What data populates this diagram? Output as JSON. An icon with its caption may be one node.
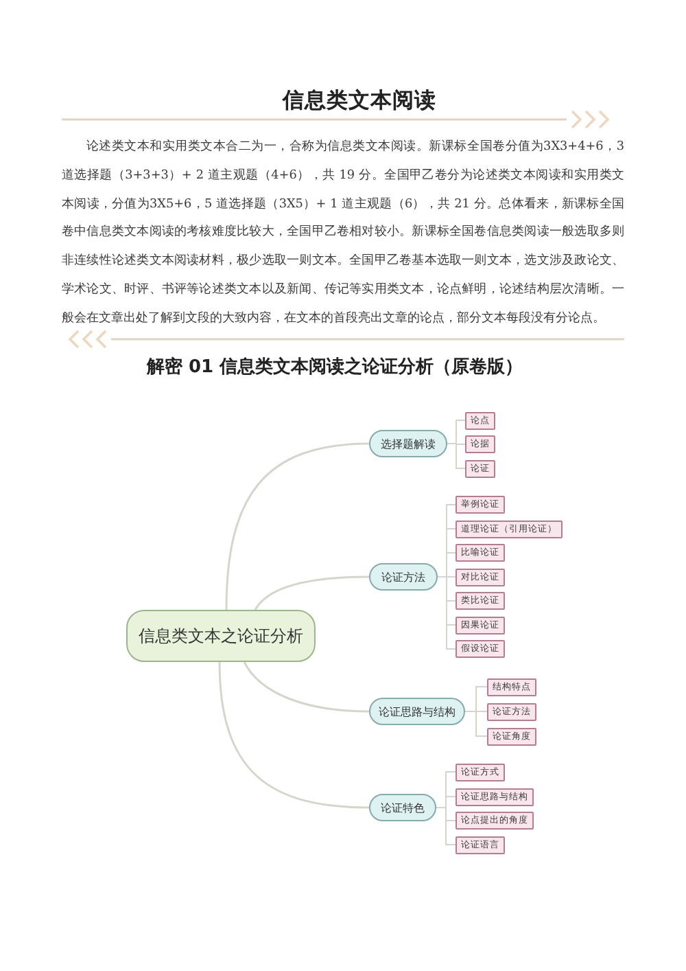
{
  "diagram": {
    "title": "信息类文本阅读",
    "nodes": [
      {
        "text": [
          "信息类文本之论证分析"
        ]
      },
      {
        "text": [
          "选择题解读"
        ]
      },
      {
        "text": [
          "论点"
        ]
      },
      {
        "text": [
          "论据"
        ]
      },
      {
        "text": [
          "论证"
        ]
      },
      {
        "text": [
          "论证方法"
        ]
      },
      {
        "text": [
          "举例论证"
        ]
      },
      {
        "text": [
          "道理论证（引用论证）"
        ]
      },
      {
        "text": [
          "比喻论证"
        ]
      },
      {
        "text": [
          "对比论证"
        ]
      },
      {
        "text": [
          "类比论证"
        ]
      },
      {
        "text": [
          "因果论证"
        ]
      },
      {
        "text": [
          "假设论证"
        ]
      },
      {
        "text": [
          "论证思路与结构"
        ]
      },
      {
        "text": [
          "结构特点"
        ]
      },
      {
        "text": [
          "论证方法"
        ]
      },
      {
        "text": [
          "论证角度"
        ]
      },
      {
        "text": [
          "论证特色"
        ]
      },
      {
        "text": [
          "论证方式"
        ]
      },
      {
        "text": [
          "论证思路与结构"
        ]
      },
      {
        "text": [
          "论点提出的角度"
        ]
      },
      {
        "text": [
          "论证语言"
        ]
      }
    ],
    "edges": [
      {
        "from": 0,
        "to": 1,
        "arrow": "none"
      },
      {
        "from": 1,
        "to": 2,
        "arrow": "none"
      },
      {
        "from": 1,
        "to": 3,
        "arrow": "none"
      },
      {
        "from": 1,
        "to": 4,
        "arrow": "none"
      },
      {
        "from": 0,
        "to": 5,
        "arrow": "none"
      },
      {
        "from": 5,
        "to": 6,
        "arrow": "none"
      },
      {
        "from": 5,
        "to": 7,
        "arrow": "none"
      },
      {
        "from": 5,
        "to": 8,
        "arrow": "none"
      },
      {
        "from": 5,
        "to": 9,
        "arrow": "none"
      },
      {
        "from": 5,
        "to": 10,
        "arrow": "none"
      },
      {
        "from": 5,
        "to": 11,
        "arrow": "none"
      },
      {
        "from": 5,
        "to": 12,
        "arrow": "none"
      },
      {
        "from": 0,
        "to": 13,
        "arrow": "none"
      },
      {
        "from": 13,
        "to": 14,
        "arrow": "none"
      },
      {
        "from": 13,
        "to": 15,
        "arrow": "none"
      },
      {
        "from": 13,
        "to": 16,
        "arrow": "none"
      },
      {
        "from": 0,
        "to": 17,
        "arrow": "none"
      },
      {
        "from": 17,
        "to": 18,
        "arrow": "none"
      },
      {
        "from": 17,
        "to": 19,
        "arrow": "none"
      },
      {
        "from": 17,
        "to": 20,
        "arrow": "none"
      },
      {
        "from": 17,
        "to": 21,
        "arrow": "none"
      }
    ],
    "labels": [
      "论述类文本和实用类文本合二为一，合称为信息类文本阅读。新课标全国卷分值为3X3+4+6，3 道选择题（3+3+3）+ 2 道主观题（4+6），共 19 分。全国甲乙卷分为论述类文本阅读和实用类文本阅读，分值为3X5+6，5 道选择题（3X5）+ 1 道主观题（6），共 21 分。总体看来，新课标全国卷中信息类文本阅读的考核难度比较大，全国甲乙卷相对较小。新课标全国卷信息类阅读一般选取多则非连续性论述类文本阅读材料，极少选取一则文本。全国甲乙卷基本选取一则文本，选文涉及政论文、学术论文、时评、书评等论述类文本以及新闻、传记等实用类文本，论点鲜明，论述结构层次清晰。一般会在文章出处了解到文段的大致内容，在文本的首段亮出文章的论点，部分文本每段没有分论点。",
      "解密 01 信息类文本阅读之论证分析（原卷版）"
    ]
  }
}
